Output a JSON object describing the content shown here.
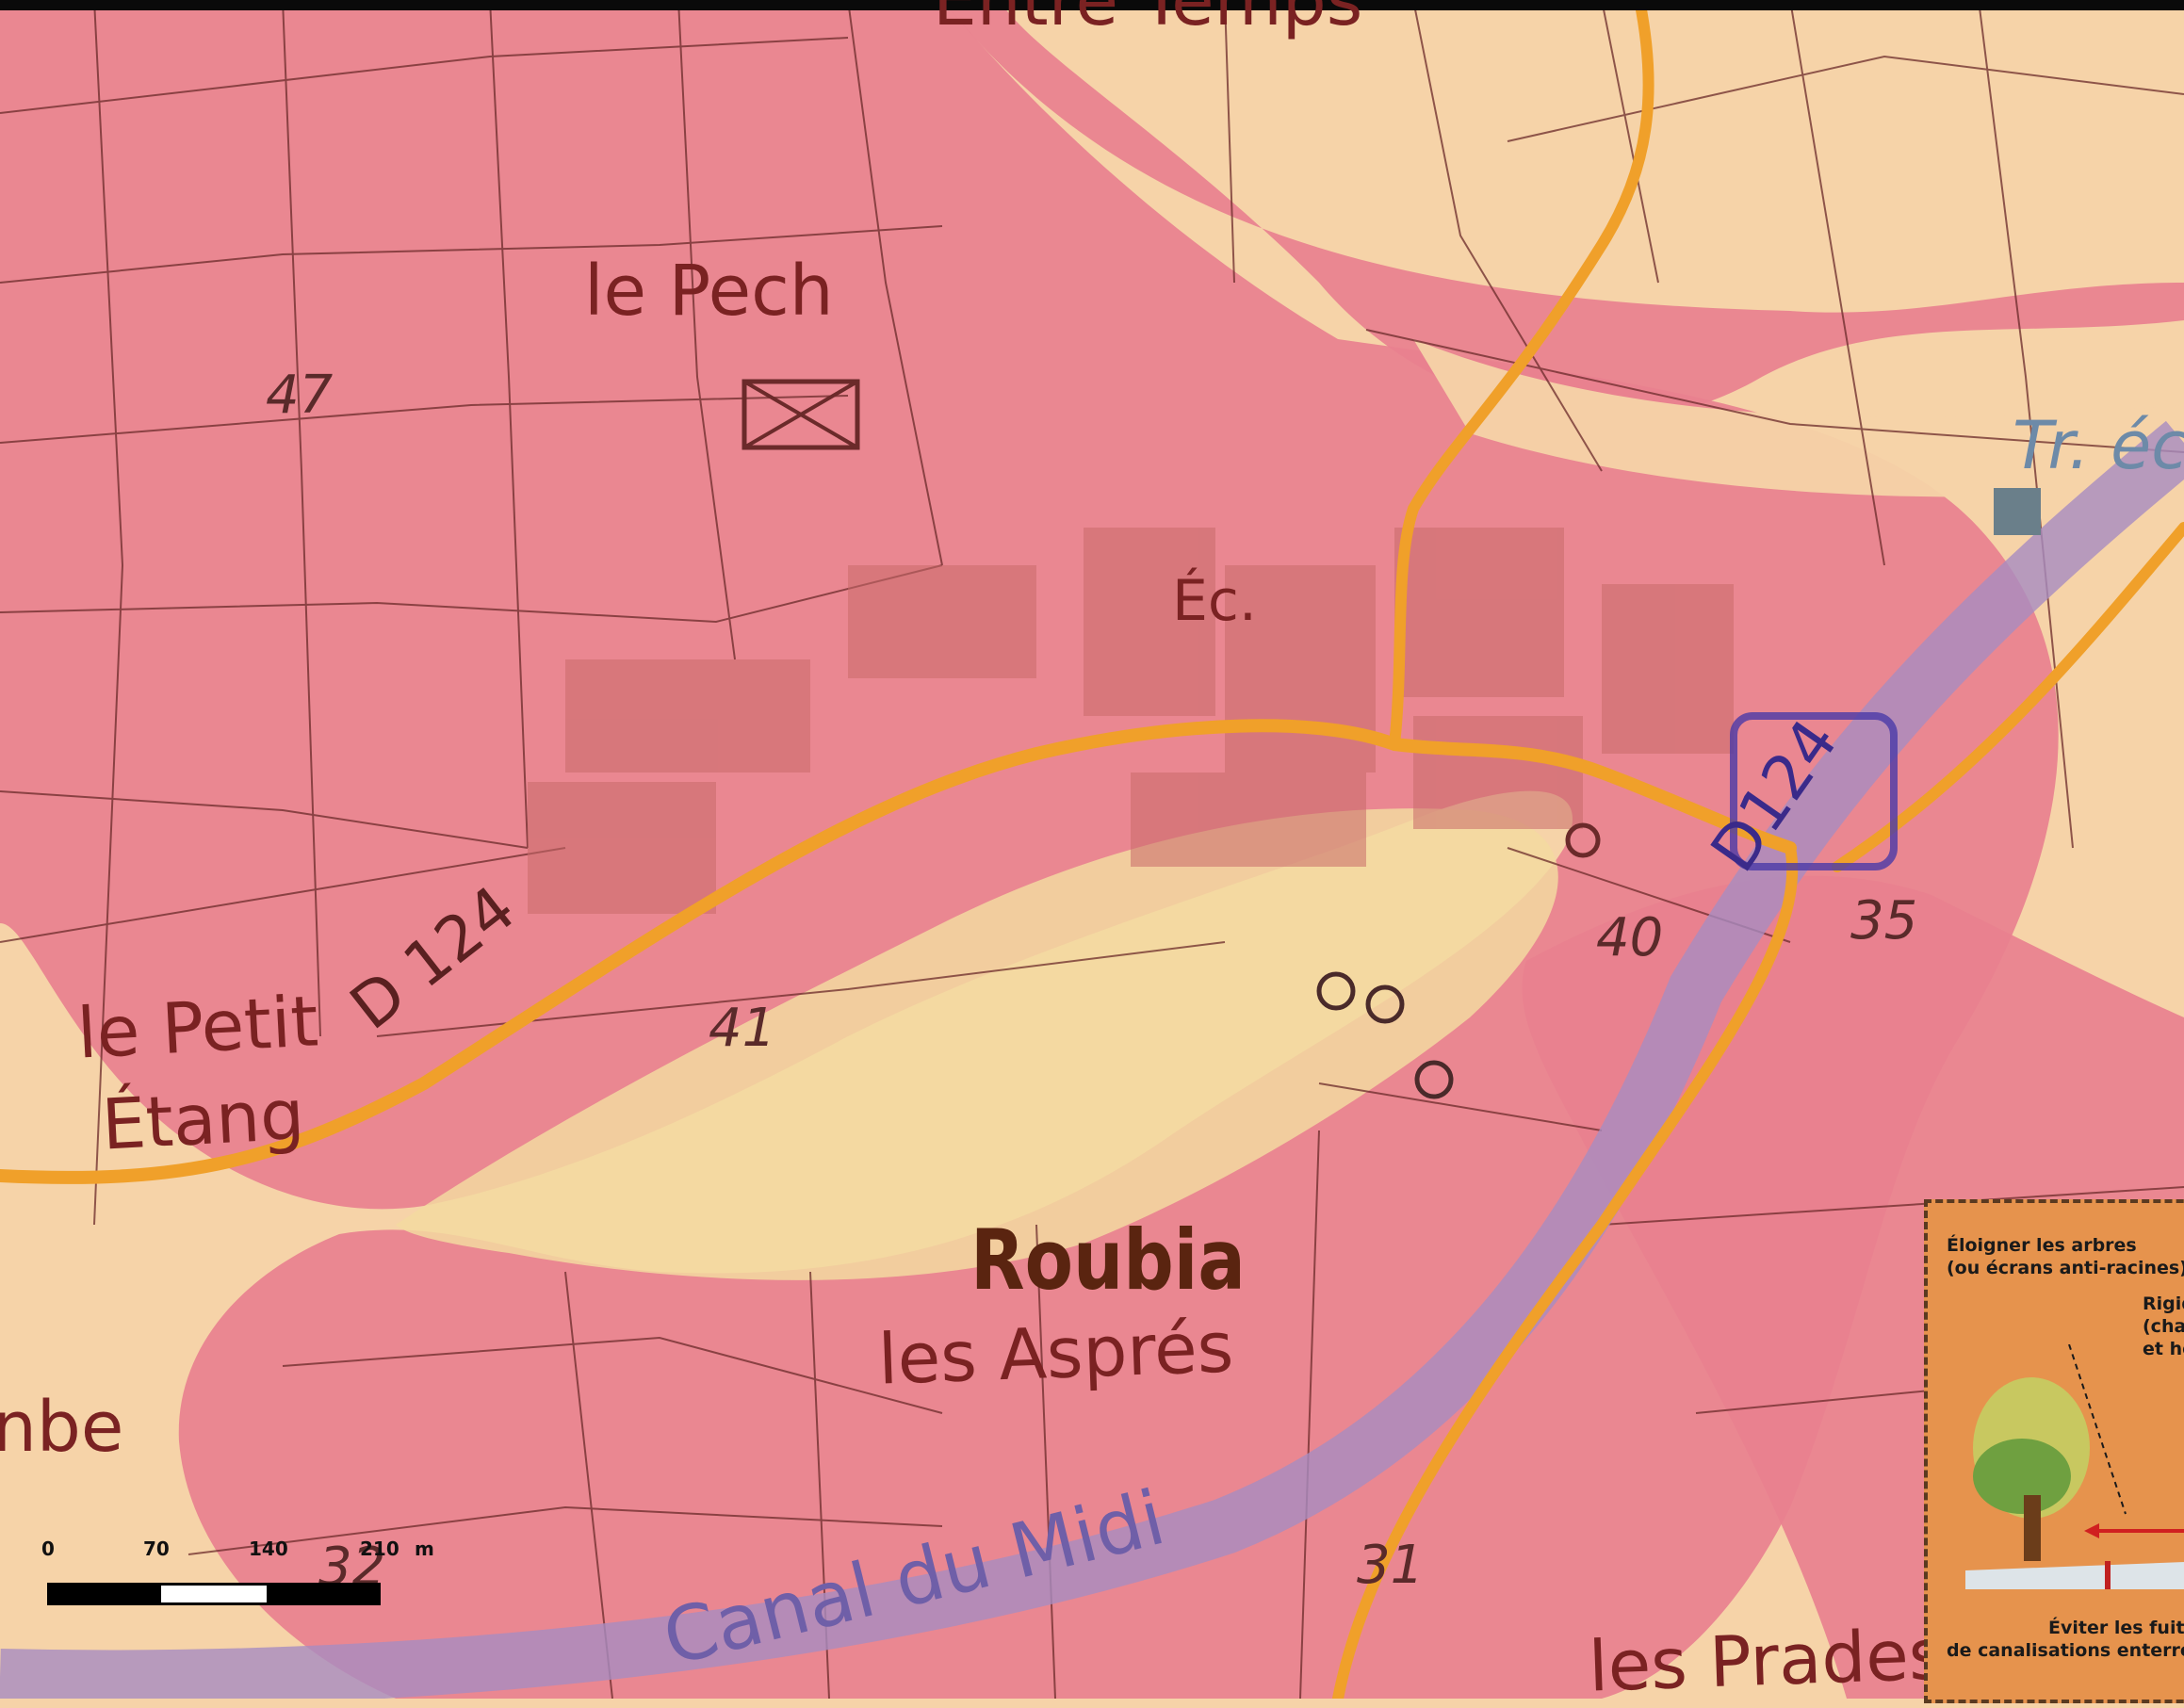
{
  "map": {
    "place_labels": {
      "entre_temps": "Entre Temps",
      "le_pech": "le Pech",
      "ec": "Éc.",
      "tr_ec": "Tr. éc",
      "le_petit": "le Petit",
      "etang": "Étang",
      "roubia": "Roubia",
      "les_aspres": "les Asprés",
      "nbe": "nbe",
      "les_prades": "les Prades",
      "canal": "Canal du Midi"
    },
    "road_labels": {
      "d124_west": "D 124",
      "d124_east": "D124"
    },
    "elevations": [
      "47",
      "41",
      "40",
      "35",
      "32",
      "31"
    ],
    "zone_colors": {
      "high_risk": "#e8808f",
      "medium_risk": "#f6d3a8",
      "road": "#f0a02a",
      "canal": "#a88cc0"
    }
  },
  "scale_bar": {
    "ticks": [
      "0",
      "70",
      "140",
      "210"
    ],
    "unit": "m"
  },
  "legend": {
    "text_top_1": "Éloigner les arbres",
    "text_top_2": "(ou écrans anti-racines)",
    "text_right_1": "Rigid",
    "text_right_2": "(chaî",
    "text_right_3": "et ho",
    "text_bottom_1": "Éviter les fuites",
    "text_bottom_2": "de canalisations enterrées"
  }
}
